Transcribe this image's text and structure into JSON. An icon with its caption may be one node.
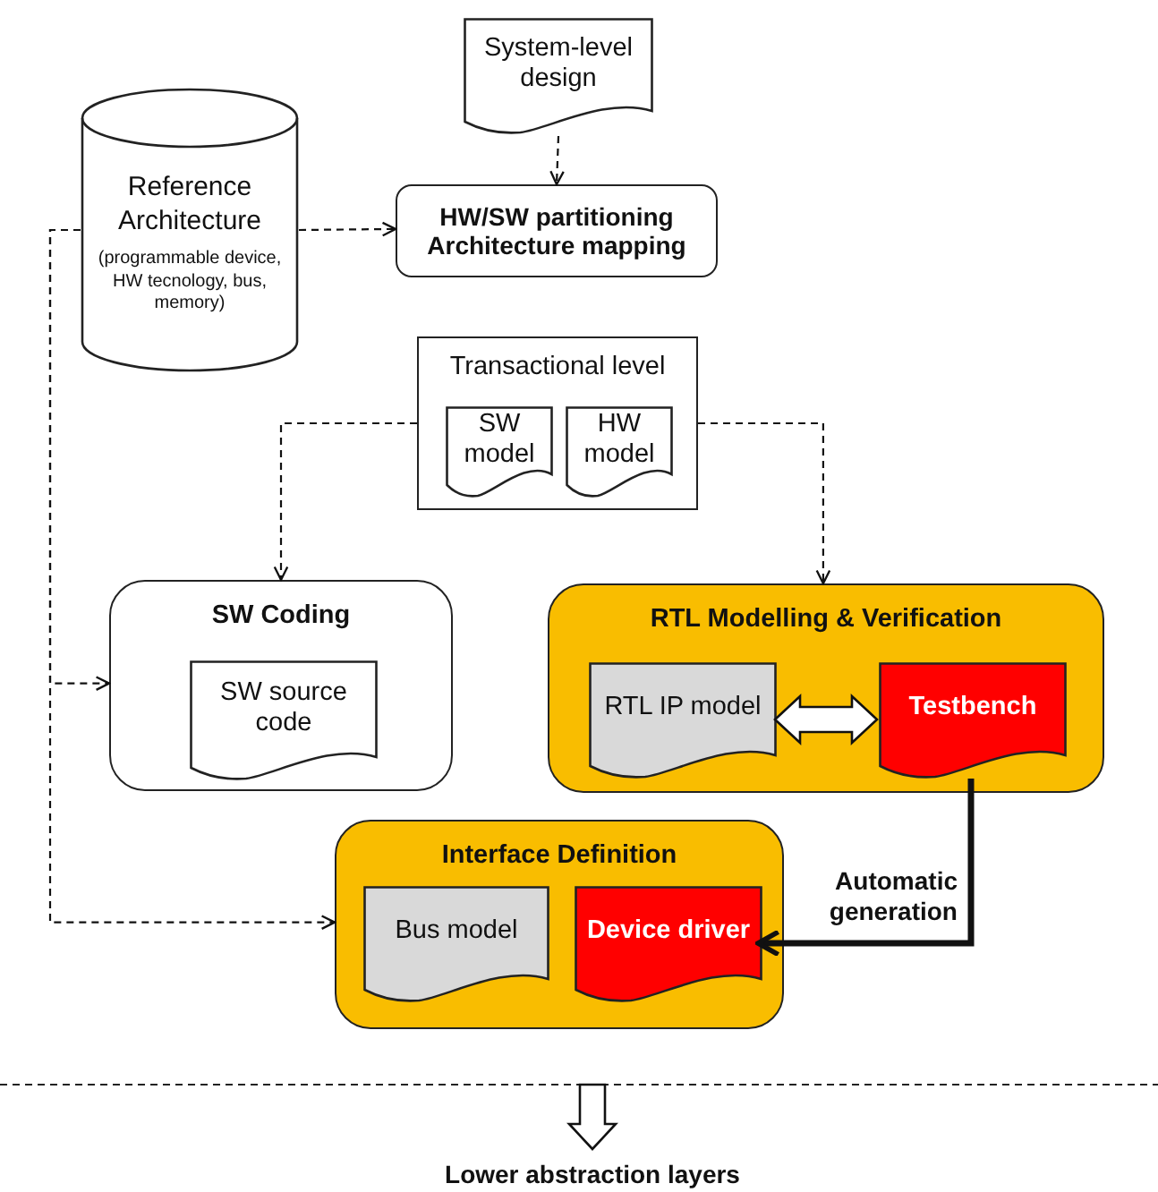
{
  "diagram": {
    "nodes": [
      {
        "text": [
          "System-level design"
        ]
      },
      {
        "text": [
          "Reference Architecture",
          "(programmable device, HW tecnology, bus, memory)"
        ]
      },
      {
        "text": [
          "HW/SW partitioning Architecture mapping"
        ]
      },
      {
        "text": [
          "Transactional level"
        ]
      },
      {
        "text": [
          "SW model"
        ],
        "in": 3
      },
      {
        "text": [
          "HW model"
        ],
        "in": 3
      },
      {
        "text": [
          "SW Coding"
        ]
      },
      {
        "text": [
          "SW source code"
        ],
        "in": 6
      },
      {
        "text": [
          "RTL Modelling & Verification"
        ]
      },
      {
        "text": [
          "RTL IP model"
        ],
        "in": 8
      },
      {
        "text": [
          "Testbench"
        ],
        "in": 8
      },
      {
        "text": [
          "Interface Definition"
        ]
      },
      {
        "text": [
          "Bus model"
        ],
        "in": 11
      },
      {
        "text": [
          "Device driver"
        ],
        "in": 11
      },
      {
        "text": [
          "Lower abstraction layers"
        ]
      }
    ],
    "edges": [
      {
        "from": 0,
        "to": 2,
        "arrow": "to",
        "style": "dashed"
      },
      {
        "from": 1,
        "to": 2,
        "arrow": "to",
        "style": "dashed"
      },
      {
        "from": 1,
        "to": 6,
        "arrow": "to",
        "style": "dashed"
      },
      {
        "from": 1,
        "to": 11,
        "arrow": "to",
        "style": "dashed"
      },
      {
        "from": 3,
        "to": 6,
        "arrow": "to",
        "style": "dashed"
      },
      {
        "from": 3,
        "to": 8,
        "arrow": "to",
        "style": "dashed"
      },
      {
        "from": 9,
        "to": 10,
        "arrow": "both"
      },
      {
        "from": 10,
        "to": 13,
        "arrow": "to",
        "style": "thick",
        "label": "Automatic generation"
      },
      {
        "from": null,
        "to": 14,
        "arrow": "to"
      }
    ]
  }
}
